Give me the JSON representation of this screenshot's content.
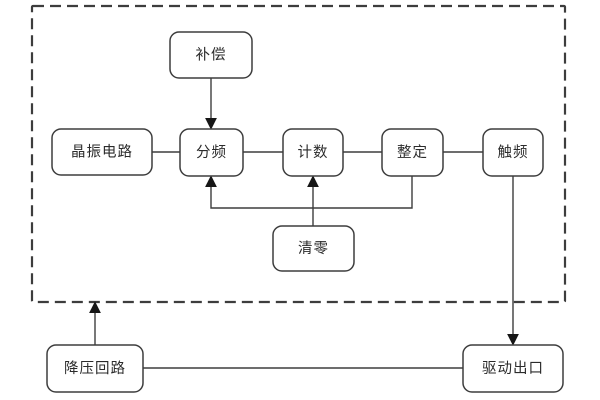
{
  "colors": {
    "diagram-stroke": "#3d3d3d",
    "box-fill": "#ffffff",
    "text-color": "#2b2b2b",
    "canvas-bg": "#ffffff",
    "arrow-fill": "#161616"
  },
  "nodes": {
    "compensation": {
      "label": "补偿"
    },
    "crystal_oscillator": {
      "label": "晶振电路"
    },
    "frequency_divider": {
      "label": "分频"
    },
    "counter": {
      "label": "计数"
    },
    "setting": {
      "label": "整定"
    },
    "trigger_frequency": {
      "label": "触频"
    },
    "reset": {
      "label": "清零"
    },
    "stepdown_circuit": {
      "label": "降压回路"
    },
    "drive_output": {
      "label": "驱动出口"
    }
  },
  "edges": [
    "compensation -> frequency_divider",
    "crystal_oscillator - frequency_divider",
    "frequency_divider - counter",
    "counter - setting",
    "setting - trigger_frequency",
    "setting -> frequency_divider (feedback)",
    "reset -> counter",
    "trigger_frequency -> drive_output",
    "stepdown_circuit -> dashed-container",
    "stepdown_circuit - drive_output"
  ]
}
